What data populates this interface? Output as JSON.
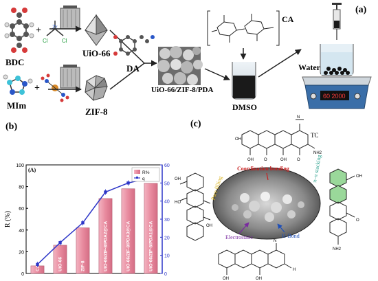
{
  "panel_a": {
    "label": "(a)",
    "reactants": {
      "bdc": "BDC",
      "mim": "MIm",
      "zr": "Zr",
      "cl1": "Cl",
      "cl2": "Cl",
      "plus1": "+",
      "plus2": "+"
    },
    "products": {
      "uio": "UiO-66",
      "zif": "ZIF-8",
      "da": "DA",
      "composite": "UiO-66/ZIF-8/PDA",
      "ca": "CA",
      "dmso": "DMSO",
      "water": "Water",
      "stirrer_display": "60 2000"
    }
  },
  "panel_b": {
    "label": "(b)",
    "chart_data": {
      "type": "bar",
      "inner_label": "(A)",
      "ylabel": "R (%)",
      "categories": [
        "CA",
        "UiO-66",
        "ZIF-8",
        "UiO-66/ZIF-8/PDA2@CA",
        "UiO-66/ZIF-8/PDA3@CA",
        "UiO-66/ZIF-8/PDA1@CA"
      ],
      "series": [
        {
          "name": "R%",
          "axis": "left",
          "values": [
            7,
            26,
            42,
            69,
            78,
            83
          ]
        },
        {
          "name": "q",
          "axis": "right",
          "values": [
            5,
            17,
            28,
            45,
            50,
            53
          ]
        }
      ],
      "ylim_left": [
        0,
        100
      ],
      "ylim_right": [
        0,
        60
      ],
      "yticks_left": [
        "0",
        "20",
        "40",
        "60",
        "80",
        "100"
      ],
      "yticks_right": [
        "0",
        "10",
        "20",
        "30",
        "40",
        "50",
        "60"
      ],
      "legend": "top-right",
      "colors": {
        "bar": "#e88a9e",
        "line": "#2d36c8",
        "right_axis": "#2d36c8"
      }
    }
  },
  "panel_c": {
    "label": "(c)",
    "tc": "TC",
    "interactions": {
      "coordination": "Coordination bonding",
      "pi_pi": "π–π stacking",
      "pore": "Pore filling",
      "electrostatic": "Electrostatic",
      "hbond": "H-Bond"
    },
    "colors": {
      "coordination": "#c81e1e",
      "pi_pi": "#1e9b87",
      "pore": "#d9b21e",
      "electrostatic": "#7a2aa0",
      "hbond": "#1e4fb8"
    },
    "atoms": {
      "oh": "OH",
      "o": "O",
      "n": "N",
      "h": "H",
      "nh2": "NH2",
      "ho": "HO"
    }
  }
}
